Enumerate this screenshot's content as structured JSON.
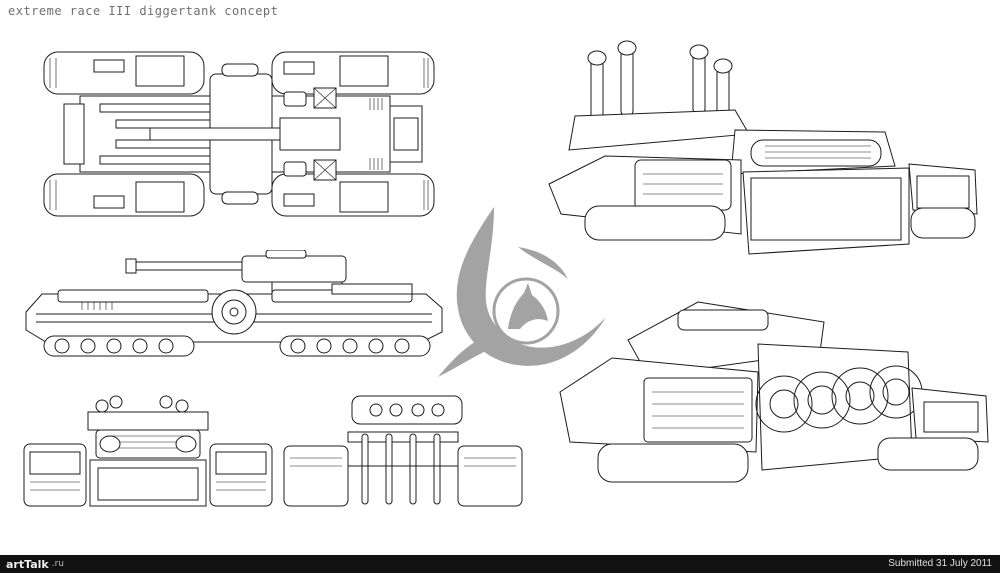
{
  "sheet": {
    "title": "extreme race III  diggertank concept"
  },
  "footer": {
    "logo_brand": "artTalk",
    "logo_domain": ".ru",
    "submitted": "Submitted 31 July 2011"
  },
  "colors": {
    "background": "#ffffff",
    "lineart": "#1c1c1c",
    "emblem": "#a3a3a3",
    "footer_bar": "#111111"
  }
}
